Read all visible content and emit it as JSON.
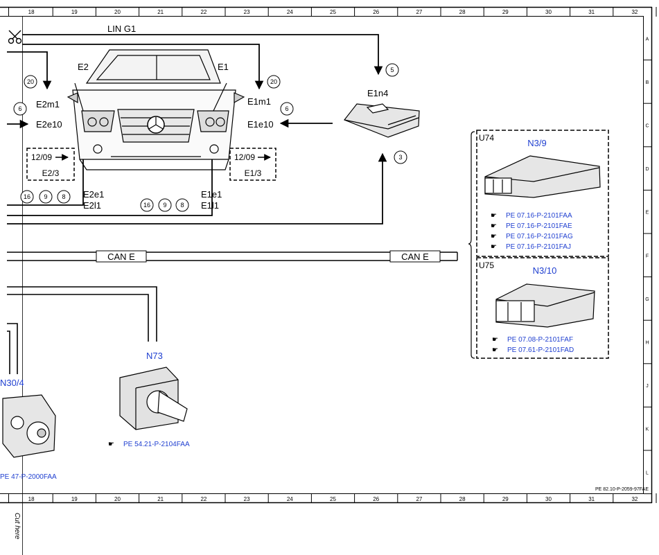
{
  "sheet": {
    "columns": [
      "18",
      "19",
      "20",
      "21",
      "22",
      "23",
      "24",
      "25",
      "26",
      "27",
      "28",
      "29",
      "30",
      "31",
      "32"
    ],
    "rows": [
      "A",
      "B",
      "C",
      "D",
      "E",
      "F",
      "G",
      "H",
      "J",
      "K",
      "L"
    ],
    "footer_ref": "PE 82.10-P-2059-97FAE",
    "cut_label": "Cut here"
  },
  "diagram": {
    "bus_lin": "LIN G1",
    "bus_can_left": "CAN E",
    "bus_can_right": "CAN E",
    "e2": "E2",
    "e1": "E1",
    "e2m1": "E2m1",
    "e2e10": "E2e10",
    "e1m1": "E1m1",
    "e1e10": "E1e10",
    "e2e1": "E2e1",
    "e2l1": "E2l1",
    "e1e1": "E1e1",
    "e1l1": "E1l1",
    "e1n4": "E1n4",
    "box_left_date": "12/09",
    "box_left_code": "E2/3",
    "box_right_date": "12/09",
    "box_right_code": "E1/3",
    "circles": {
      "c20_left": "20",
      "c6_left": "6",
      "c16_left": "16",
      "c9_left": "9",
      "c8_left": "8",
      "c20_right": "20",
      "c6_right": "6",
      "c16_mid": "16",
      "c9_mid": "9",
      "c8_mid": "8",
      "c5": "5",
      "c3": "3"
    },
    "n73": "N73",
    "n73_ref": "PE 54.21-P-2104FAA",
    "n30_4": "N30/4",
    "n30_4_ref": "PE 47-P-2000FAA",
    "u74_label": "U74",
    "n3_9": "N3/9",
    "n3_9_refs": [
      "PE 07.16-P-2101FAA",
      "PE 07.16-P-2101FAE",
      "PE 07.16-P-2101FAG",
      "PE 07.16-P-2101FAJ"
    ],
    "u75_label": "U75",
    "n3_10": "N3/10",
    "n3_10_refs": [
      "PE 07.08-P-2101FAF",
      "PE 07.61-P-2101FAD"
    ]
  }
}
